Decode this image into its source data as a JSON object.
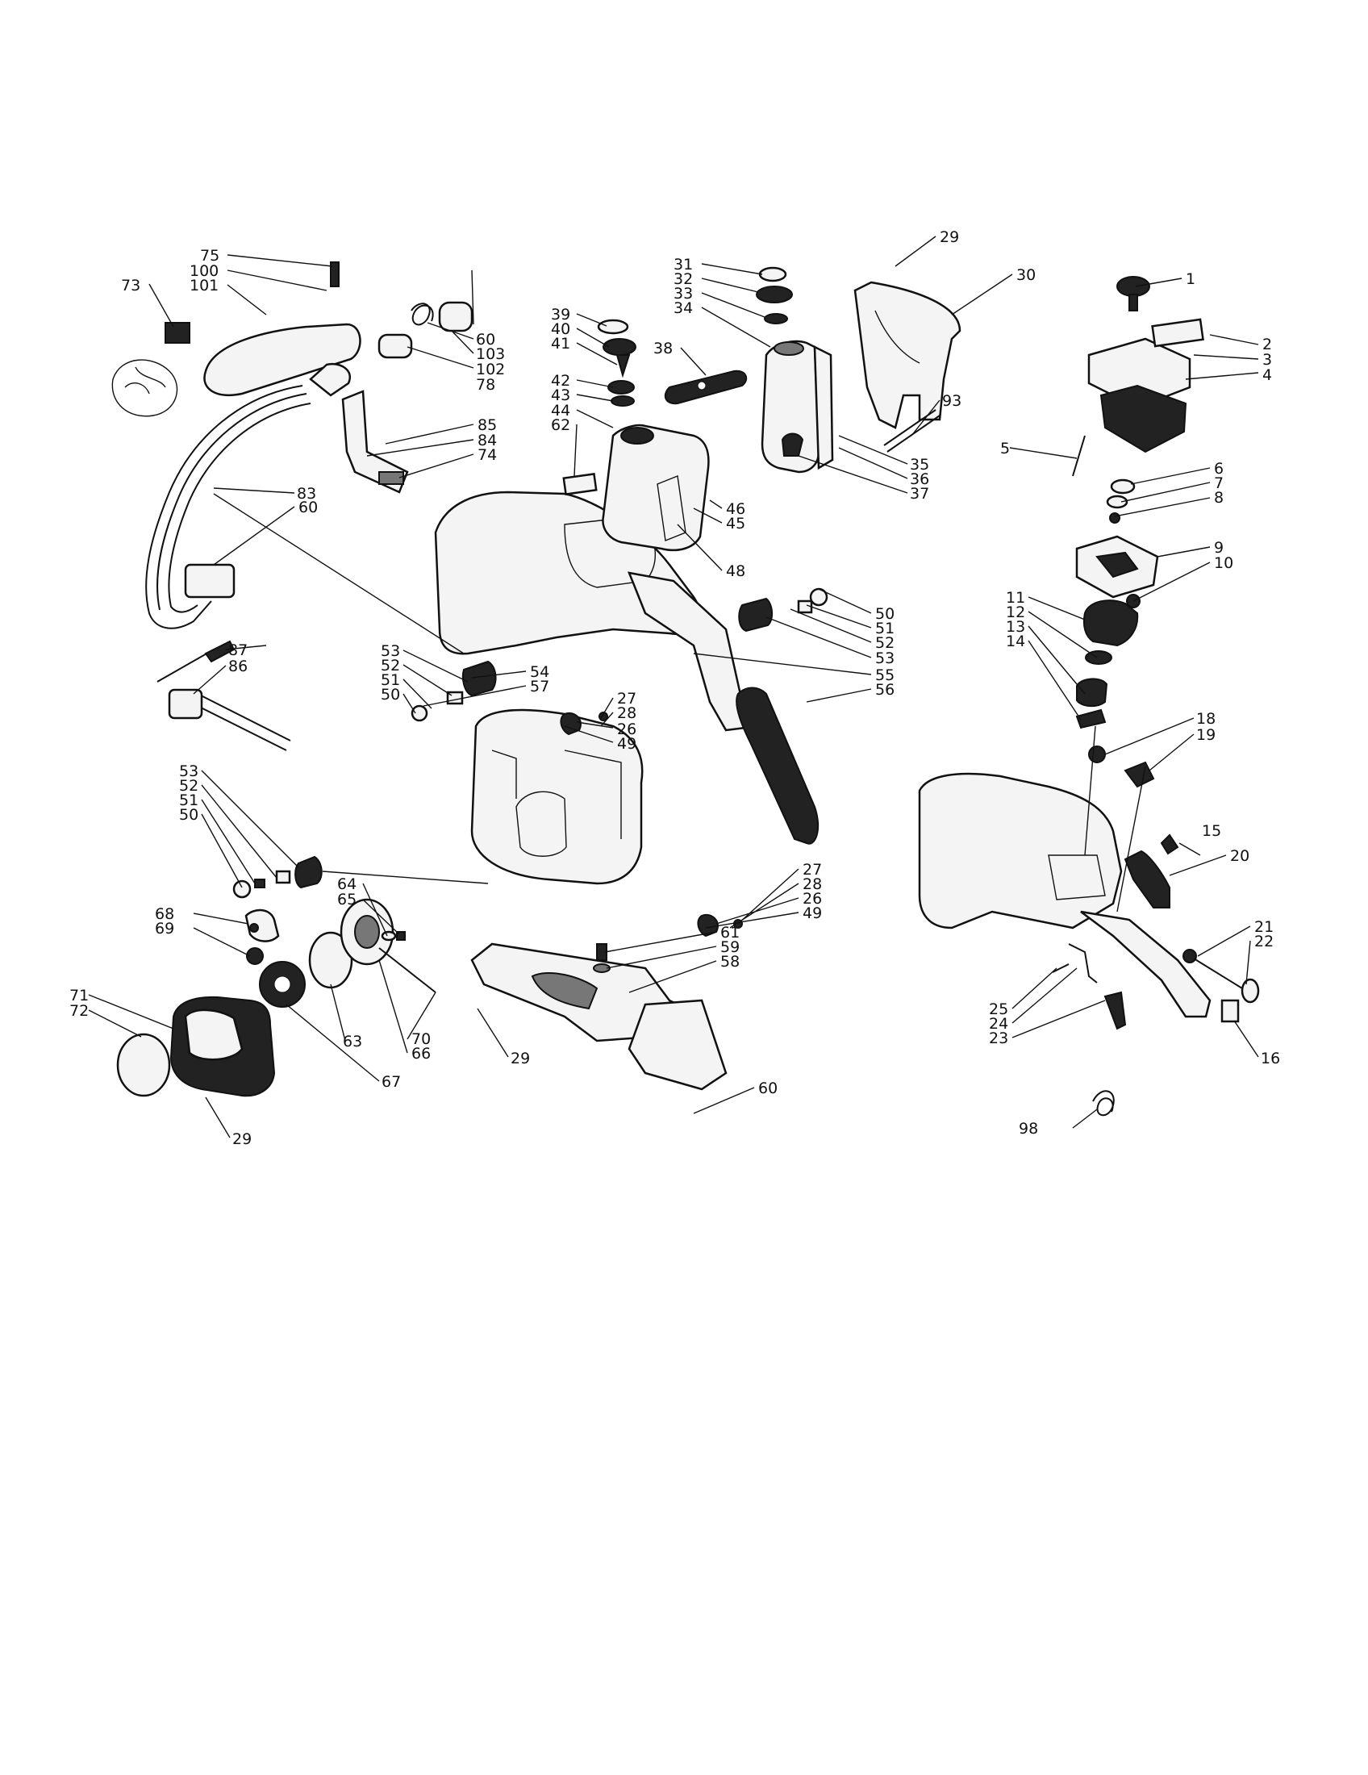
{
  "diagram": {
    "parts": [
      {
        "id": "p1",
        "label": "1"
      },
      {
        "id": "p2",
        "label": "2"
      },
      {
        "id": "p3",
        "label": "3"
      },
      {
        "id": "p4",
        "label": "4"
      },
      {
        "id": "p5",
        "label": "5"
      },
      {
        "id": "p6",
        "label": "6"
      },
      {
        "id": "p7",
        "label": "7"
      },
      {
        "id": "p8",
        "label": "8"
      },
      {
        "id": "p9",
        "label": "9"
      },
      {
        "id": "p10",
        "label": "10"
      },
      {
        "id": "p11",
        "label": "11"
      },
      {
        "id": "p12",
        "label": "12"
      },
      {
        "id": "p13",
        "label": "13"
      },
      {
        "id": "p14",
        "label": "14"
      },
      {
        "id": "p15",
        "label": "15"
      },
      {
        "id": "p16",
        "label": "16"
      },
      {
        "id": "p18",
        "label": "18"
      },
      {
        "id": "p19",
        "label": "19"
      },
      {
        "id": "p20",
        "label": "20"
      },
      {
        "id": "p21",
        "label": "21"
      },
      {
        "id": "p22",
        "label": "22"
      },
      {
        "id": "p23",
        "label": "23"
      },
      {
        "id": "p24",
        "label": "24"
      },
      {
        "id": "p25",
        "label": "25"
      },
      {
        "id": "p26a",
        "label": "26"
      },
      {
        "id": "p26b",
        "label": "26"
      },
      {
        "id": "p27a",
        "label": "27"
      },
      {
        "id": "p27b",
        "label": "27"
      },
      {
        "id": "p28a",
        "label": "28"
      },
      {
        "id": "p28b",
        "label": "28"
      },
      {
        "id": "p29a",
        "label": "29"
      },
      {
        "id": "p29b",
        "label": "29"
      },
      {
        "id": "p29c",
        "label": "29"
      },
      {
        "id": "p30",
        "label": "30"
      },
      {
        "id": "p31",
        "label": "31"
      },
      {
        "id": "p32",
        "label": "32"
      },
      {
        "id": "p33",
        "label": "33"
      },
      {
        "id": "p34",
        "label": "34"
      },
      {
        "id": "p35",
        "label": "35"
      },
      {
        "id": "p36",
        "label": "36"
      },
      {
        "id": "p37",
        "label": "37"
      },
      {
        "id": "p38",
        "label": "38"
      },
      {
        "id": "p39",
        "label": "39"
      },
      {
        "id": "p40",
        "label": "40"
      },
      {
        "id": "p41",
        "label": "41"
      },
      {
        "id": "p42",
        "label": "42"
      },
      {
        "id": "p43",
        "label": "43"
      },
      {
        "id": "p44",
        "label": "44"
      },
      {
        "id": "p45",
        "label": "45"
      },
      {
        "id": "p46",
        "label": "46"
      },
      {
        "id": "p48",
        "label": "48"
      },
      {
        "id": "p49a",
        "label": "49"
      },
      {
        "id": "p49b",
        "label": "49"
      },
      {
        "id": "p50a",
        "label": "50"
      },
      {
        "id": "p50b",
        "label": "50"
      },
      {
        "id": "p50c",
        "label": "50"
      },
      {
        "id": "p51a",
        "label": "51"
      },
      {
        "id": "p51b",
        "label": "51"
      },
      {
        "id": "p51c",
        "label": "51"
      },
      {
        "id": "p52a",
        "label": "52"
      },
      {
        "id": "p52b",
        "label": "52"
      },
      {
        "id": "p52c",
        "label": "52"
      },
      {
        "id": "p53a",
        "label": "53"
      },
      {
        "id": "p53b",
        "label": "53"
      },
      {
        "id": "p53c",
        "label": "53"
      },
      {
        "id": "p54",
        "label": "54"
      },
      {
        "id": "p55",
        "label": "55"
      },
      {
        "id": "p56",
        "label": "56"
      },
      {
        "id": "p57",
        "label": "57"
      },
      {
        "id": "p58",
        "label": "58"
      },
      {
        "id": "p59",
        "label": "59"
      },
      {
        "id": "p60a",
        "label": "60"
      },
      {
        "id": "p60b",
        "label": "60"
      },
      {
        "id": "p60c",
        "label": "60"
      },
      {
        "id": "p61",
        "label": "61"
      },
      {
        "id": "p62",
        "label": "62"
      },
      {
        "id": "p63",
        "label": "63"
      },
      {
        "id": "p64",
        "label": "64"
      },
      {
        "id": "p65",
        "label": "65"
      },
      {
        "id": "p66",
        "label": "66"
      },
      {
        "id": "p67",
        "label": "67"
      },
      {
        "id": "p68",
        "label": "68"
      },
      {
        "id": "p69",
        "label": "69"
      },
      {
        "id": "p70",
        "label": "70"
      },
      {
        "id": "p71",
        "label": "71"
      },
      {
        "id": "p72",
        "label": "72"
      },
      {
        "id": "p73",
        "label": "73"
      },
      {
        "id": "p74",
        "label": "74"
      },
      {
        "id": "p75",
        "label": "75"
      },
      {
        "id": "p78",
        "label": "78"
      },
      {
        "id": "p83",
        "label": "83"
      },
      {
        "id": "p84",
        "label": "84"
      },
      {
        "id": "p85",
        "label": "85"
      },
      {
        "id": "p86",
        "label": "86"
      },
      {
        "id": "p87",
        "label": "87"
      },
      {
        "id": "p93",
        "label": "93"
      },
      {
        "id": "p98",
        "label": "98"
      },
      {
        "id": "p100",
        "label": "100"
      },
      {
        "id": "p101",
        "label": "101"
      },
      {
        "id": "p102",
        "label": "102"
      },
      {
        "id": "p103",
        "label": "103"
      }
    ]
  }
}
